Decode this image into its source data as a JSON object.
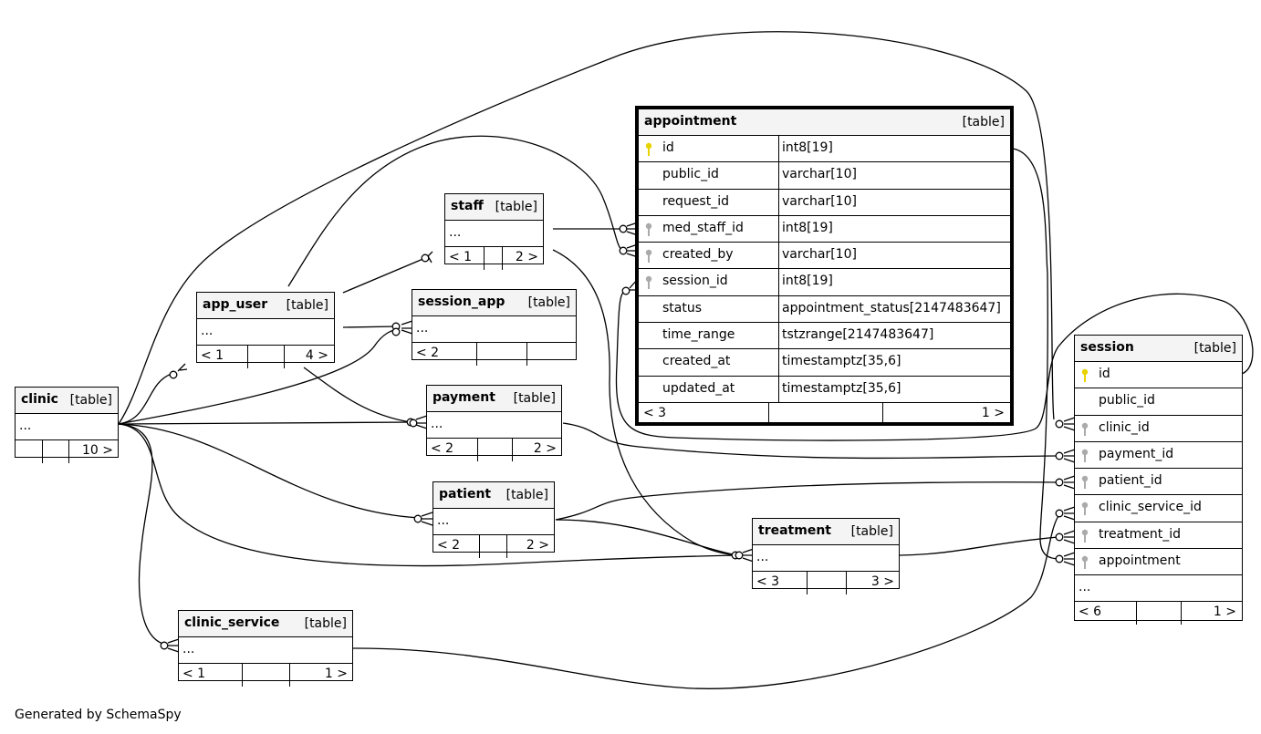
{
  "footer": "Generated by SchemaSpy",
  "colors": {
    "pk_key": "#e8d200",
    "fk_key": "#aaaaaa",
    "header_bg": "#f4f4f4"
  },
  "tables": {
    "appointment": {
      "name": "appointment",
      "type": "[table]",
      "columns": [
        {
          "name": "id",
          "type": "int8[19]",
          "key": "primary-key-icon"
        },
        {
          "name": "public_id",
          "type": "varchar[10]",
          "key": ""
        },
        {
          "name": "request_id",
          "type": "varchar[10]",
          "key": ""
        },
        {
          "name": "med_staff_id",
          "type": "int8[19]",
          "key": "foreign-key-icon"
        },
        {
          "name": "created_by",
          "type": "varchar[10]",
          "key": "foreign-key-icon"
        },
        {
          "name": "session_id",
          "type": "int8[19]",
          "key": "foreign-key-icon"
        },
        {
          "name": "status",
          "type": "appointment_status[2147483647]",
          "key": ""
        },
        {
          "name": "time_range",
          "type": "tstzrange[2147483647]",
          "key": ""
        },
        {
          "name": "created_at",
          "type": "timestamptz[35,6]",
          "key": ""
        },
        {
          "name": "updated_at",
          "type": "timestamptz[35,6]",
          "key": ""
        }
      ],
      "parents": "< 3",
      "children": "1 >"
    },
    "session": {
      "name": "session",
      "type": "[table]",
      "columns": [
        {
          "name": "id",
          "key": "primary-key-icon"
        },
        {
          "name": "public_id",
          "key": ""
        },
        {
          "name": "clinic_id",
          "key": "foreign-key-icon"
        },
        {
          "name": "payment_id",
          "key": "foreign-key-icon"
        },
        {
          "name": "patient_id",
          "key": "foreign-key-icon"
        },
        {
          "name": "clinic_service_id",
          "key": "foreign-key-icon"
        },
        {
          "name": "treatment_id",
          "key": "foreign-key-icon"
        },
        {
          "name": "appointment",
          "key": "foreign-key-icon"
        }
      ],
      "ellipsis": "...",
      "parents": "< 6",
      "children": "1 >"
    },
    "staff": {
      "name": "staff",
      "type": "[table]",
      "ellipsis": "...",
      "parents": "< 1",
      "children": "2 >"
    },
    "app_user": {
      "name": "app_user",
      "type": "[table]",
      "ellipsis": "...",
      "parents": "< 1",
      "children": "4 >"
    },
    "session_app": {
      "name": "session_app",
      "type": "[table]",
      "ellipsis": "...",
      "parents": "< 2",
      "children": ""
    },
    "clinic": {
      "name": "clinic",
      "type": "[table]",
      "ellipsis": "...",
      "parents": "",
      "children": "10 >"
    },
    "payment": {
      "name": "payment",
      "type": "[table]",
      "ellipsis": "...",
      "parents": "< 2",
      "children": "2 >"
    },
    "patient": {
      "name": "patient",
      "type": "[table]",
      "ellipsis": "...",
      "parents": "< 2",
      "children": "2 >"
    },
    "treatment": {
      "name": "treatment",
      "type": "[table]",
      "ellipsis": "...",
      "parents": "< 3",
      "children": "3 >"
    },
    "clinic_service": {
      "name": "clinic_service",
      "type": "[table]",
      "ellipsis": "...",
      "parents": "< 1",
      "children": "1 >"
    }
  }
}
